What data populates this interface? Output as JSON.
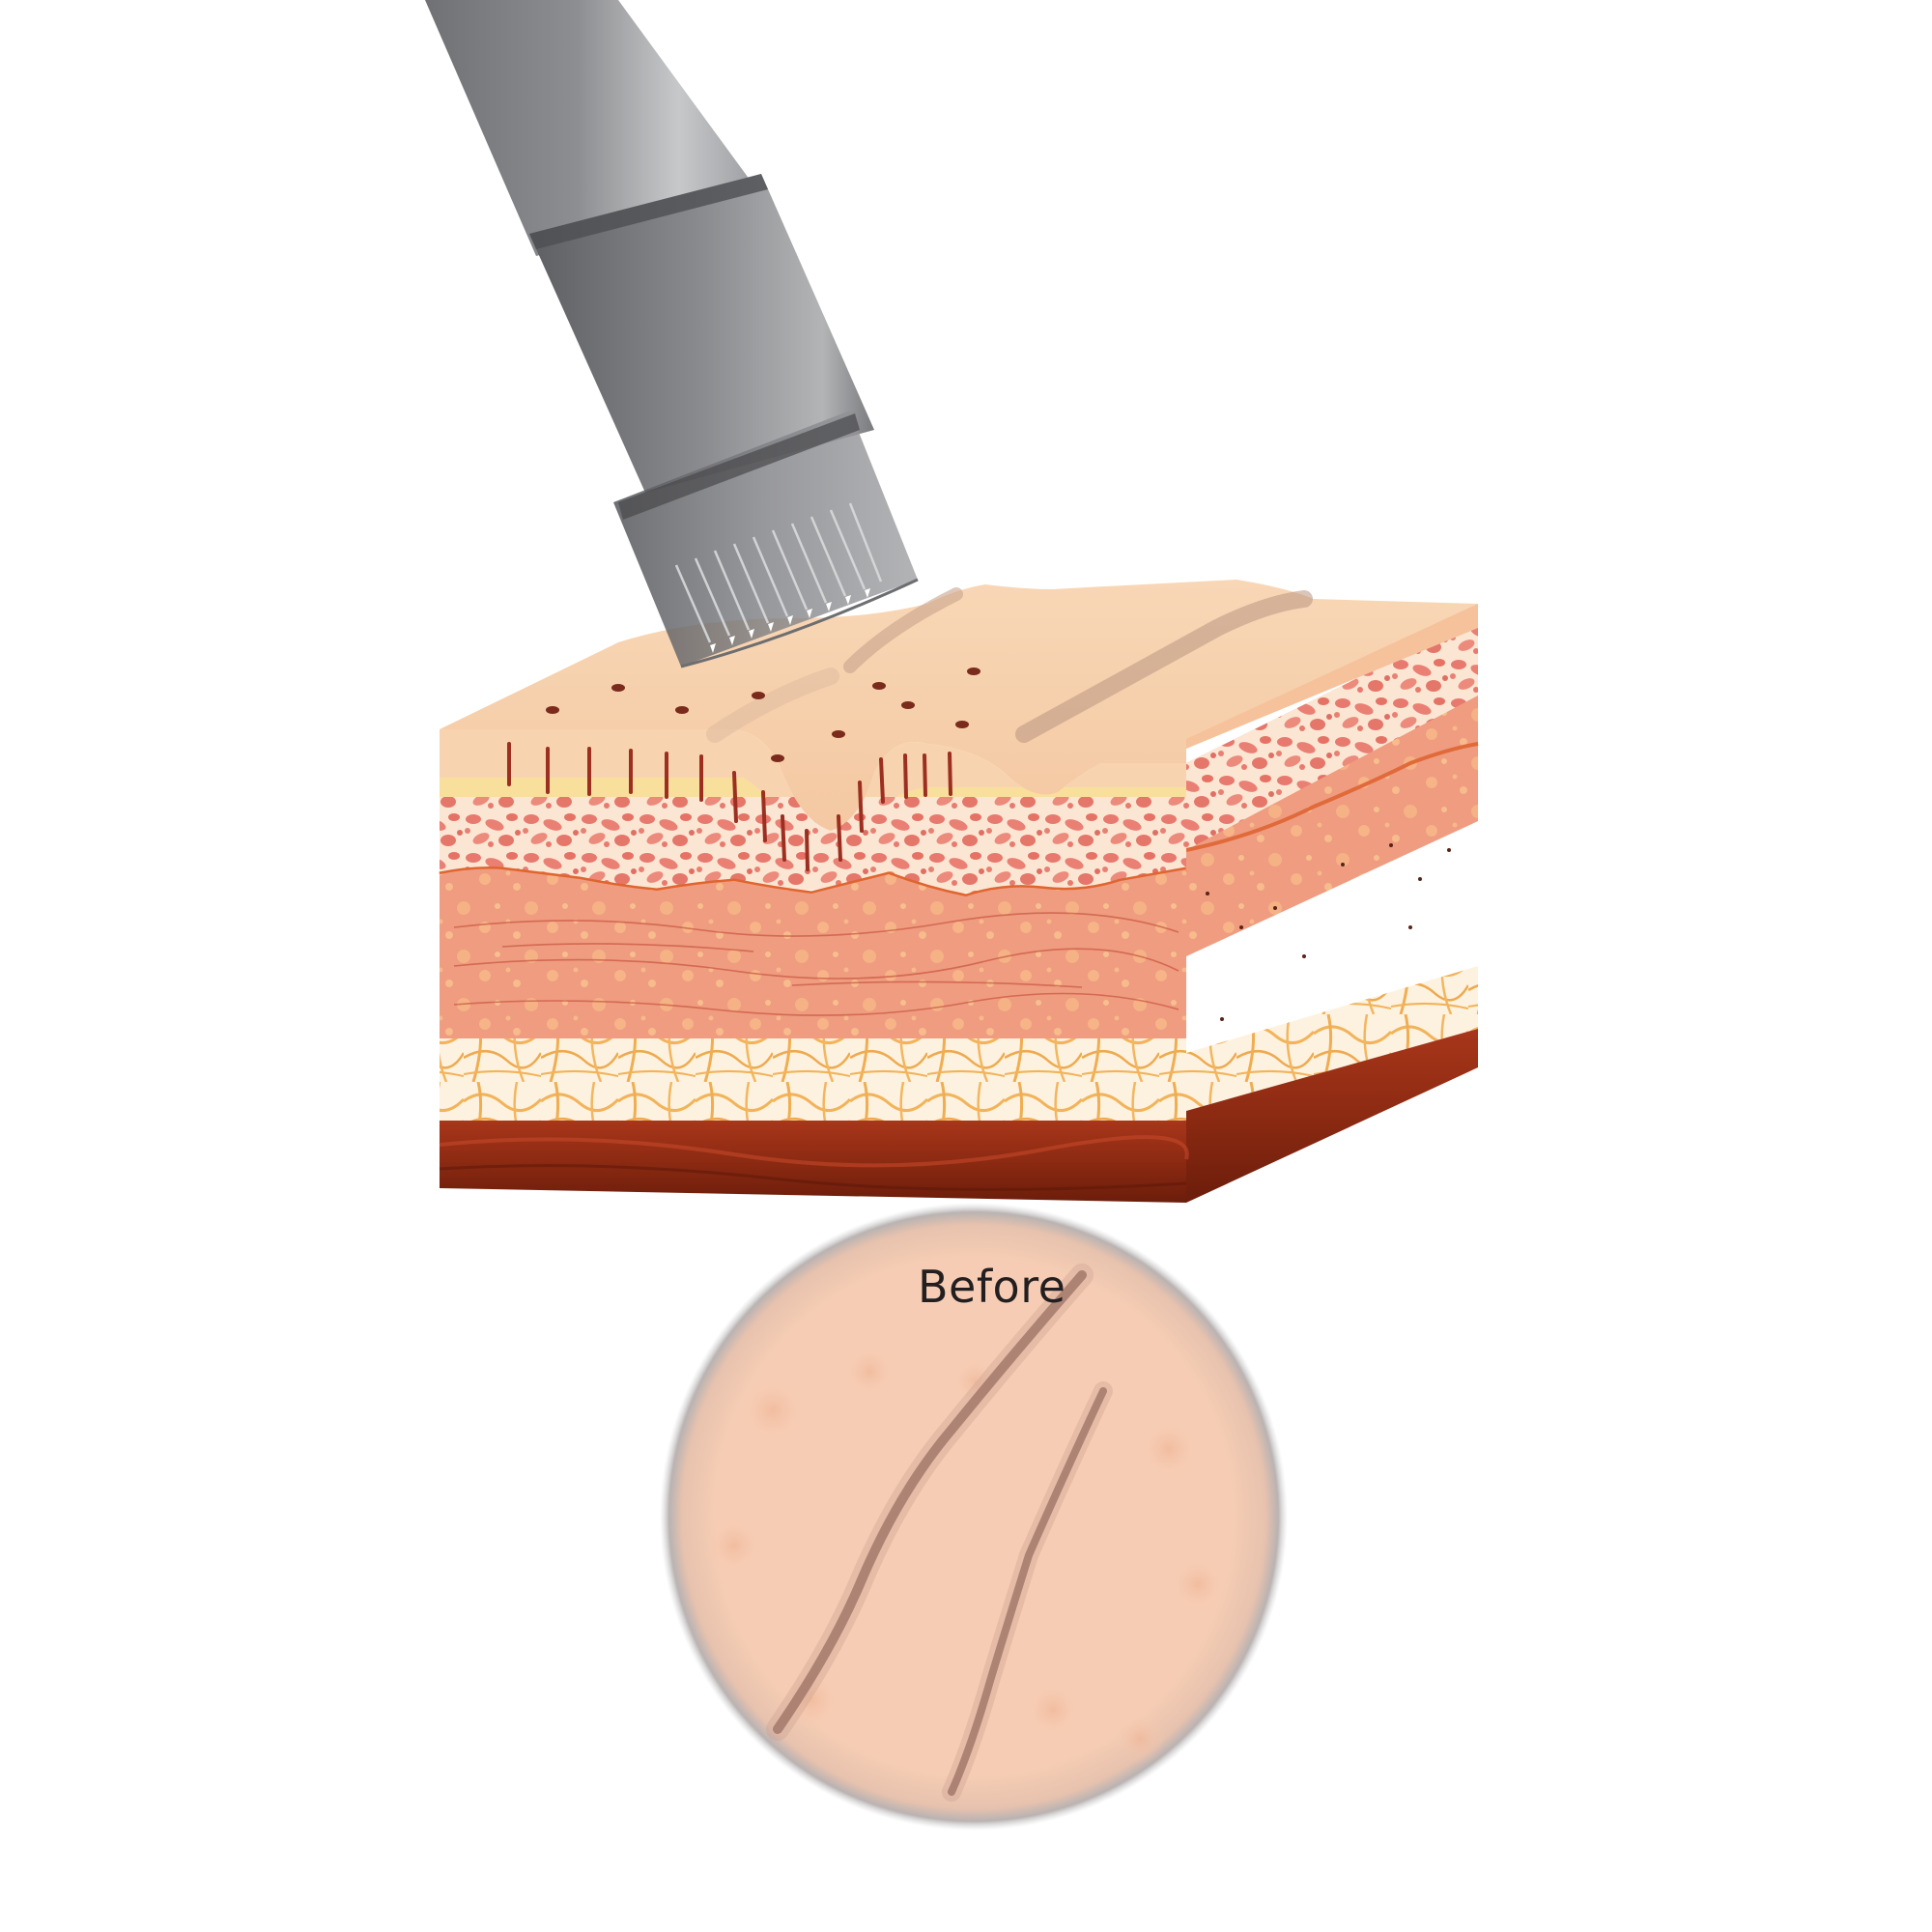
{
  "labels": {
    "before": "Before"
  },
  "colors": {
    "background": "#ffffff",
    "device_dark": "#6b6c6f",
    "device_light": "#c9cacc",
    "cap_translucent": "#8e8f93",
    "skin_surface": "#f7cfae",
    "skin_surface_light": "#fbe1c9",
    "epidermis_yellow": "#f9df9c",
    "papillary_red": "#e8796e",
    "papillary_bg": "#fbe3cf",
    "dermis": "#ef9a7e",
    "dermis_side": "#f4a98c",
    "dermis_dots": "#f8b98a",
    "fat_bg": "#fdf2df",
    "fat_fibers": "#f2b35a",
    "muscle": "#9c2a14",
    "muscle_dark": "#6e1d0c",
    "puncture": "#7a2b1c",
    "scar": "#8a5a4e",
    "circle_skin": "#f6cdb4",
    "circle_blotch": "#f3bfa3",
    "circle_shadow": "#9a9aa0",
    "label_text": "#231f20"
  },
  "icons": [
    "microneedling-pen",
    "needle-tips",
    "skin-cross-section",
    "scar-magnifier"
  ]
}
